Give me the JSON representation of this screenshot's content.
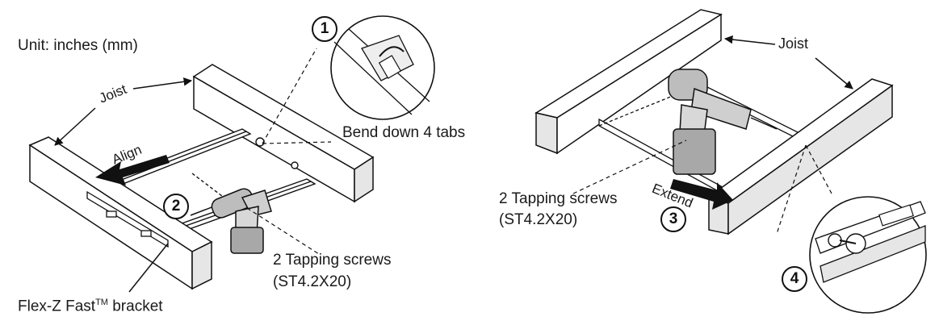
{
  "unit_note": "Unit: inches (mm)",
  "left_panel": {
    "joist_label": "Joist",
    "align_label": "Align",
    "step_number": "2",
    "screws_label": "2 Tapping screws",
    "screws_spec": "(ST4.2X20)",
    "bracket_label": "Flex-Z Fast",
    "bracket_tm": "TM",
    "bracket_suffix": " bracket"
  },
  "detail_1": {
    "step_number": "1",
    "caption": "Bend down 4 tabs"
  },
  "right_panel": {
    "joist_label": "Joist",
    "extend_label": "Extend",
    "step_number": "3",
    "screws_label": "2 Tapping screws",
    "screws_spec": "(ST4.2X20)"
  },
  "detail_4": {
    "step_number": "4"
  },
  "icons": [
    "drill-icon",
    "arrow-left-icon",
    "arrow-right-icon",
    "magnifier-detail-icon"
  ],
  "colors": {
    "ink": "#1a1a1a",
    "joist_side": "#e6e6e6",
    "drill_body": "#bdbdbd",
    "arrow": "#111111"
  }
}
